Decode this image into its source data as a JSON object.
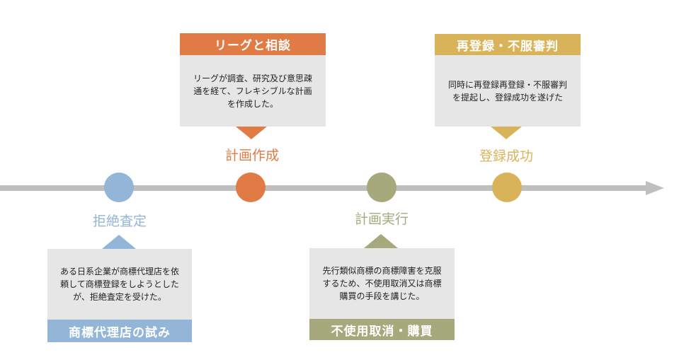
{
  "colors": {
    "blue": "#93b5d7",
    "orange": "#e07b45",
    "olive": "#a5a97c",
    "gold": "#d9b35a",
    "line": "#bfbfbf",
    "card_bg": "#e6e6e6"
  },
  "steps": [
    {
      "label": "拒絶査定",
      "title": "商標代理店の試み",
      "text": "ある日系企業が商標代理店を依頼して商標登録をしようとしたが、拒絶査定を受けた。"
    },
    {
      "label": "計画作成",
      "title": "リーグと相談",
      "text": "リーグが調査、研究及び意思疎通を経て、フレキシブルな計画を作成した。"
    },
    {
      "label": "計画実行",
      "title": "不使用取消・購買",
      "text": "先行類似商標の商標障害を克服するため、不使用取消又は商標購買の手段を講じた。"
    },
    {
      "label": "登録成功",
      "title": "再登録・不服審判",
      "text": "同時に再登録再登録・不服審判を提起し、登録成功を遂げた"
    }
  ]
}
